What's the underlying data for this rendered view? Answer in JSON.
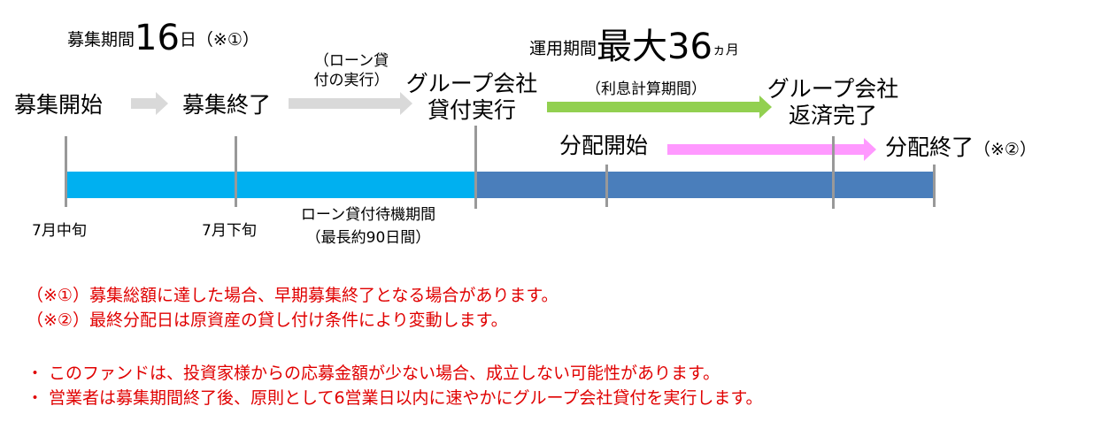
{
  "colors": {
    "recruit_bar": "#00b0f0",
    "operation_bar": "#4a7ebb",
    "gray_arrow": "#d9d9d9",
    "green_arrow": "#92d050",
    "pink_arrow": "#ff99ff",
    "tick": "#999999",
    "notes": "#e00000"
  },
  "recruit_period": {
    "prefix": "募集期間",
    "number": "16",
    "suffix": "日（※①）"
  },
  "operation_period": {
    "prefix": "運用期間",
    "number": "最大36",
    "suffix": "ヵ月"
  },
  "milestones": {
    "start": "募集開始",
    "end": "募集終了",
    "loan_line1": "グループ会社",
    "loan_line2": "貸付実行",
    "repay_line1": "グループ会社",
    "repay_line2": "返済完了",
    "dist_start": "分配開始",
    "dist_end": "分配終了",
    "dist_end_note": "（※②）"
  },
  "arrow_notes": {
    "loan_exec_line1": "（ローン貸",
    "loan_exec_line2": "付の実行）",
    "interest": "（利息計算期間）"
  },
  "timeline": {
    "mid_july": "7月中旬",
    "late_july": "7月下旬",
    "wait_line1": "ローン貸付待機期間",
    "wait_line2": "（最長約90日間）"
  },
  "notes": [
    "（※①）募集総額に達した場合、早期募集終了となる場合があります。",
    "（※②）最終分配日は原資産の貸し付け条件により変動します。"
  ],
  "bullets": [
    "・ このファンドは、投資家様からの応募金額が少ない場合、成立しない可能性があります。",
    "・ 営業者は募集期間終了後、原則として6営業日以内に速やかにグループ会社貸付を実行します。"
  ]
}
